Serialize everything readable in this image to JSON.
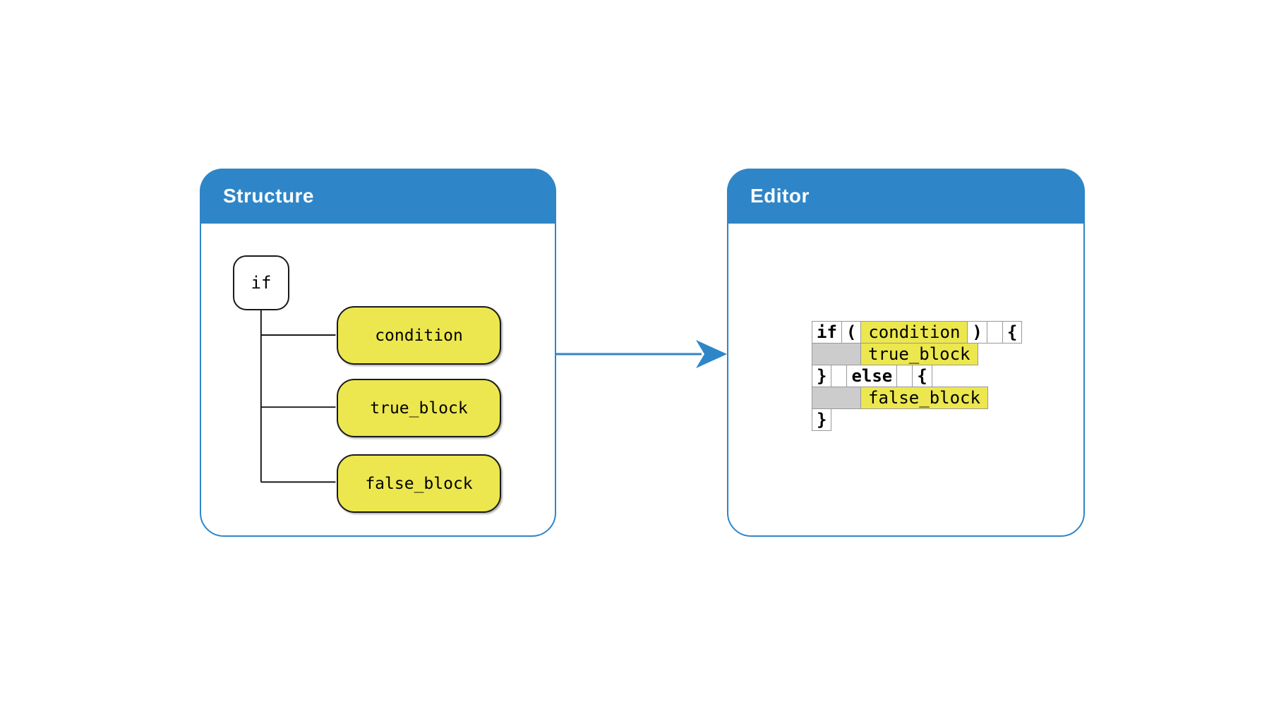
{
  "structure_panel": {
    "title": "Structure",
    "root_label": "if",
    "children": [
      "condition",
      "true_block",
      "false_block"
    ]
  },
  "editor_panel": {
    "title": "Editor",
    "code_rows": [
      {
        "cells": [
          {
            "type": "keyword",
            "text": "if"
          },
          {
            "type": "keyword",
            "text": "("
          },
          {
            "type": "slot",
            "text": "condition"
          },
          {
            "type": "keyword",
            "text": ")"
          },
          {
            "type": "spacer",
            "text": ""
          },
          {
            "type": "keyword",
            "text": "{"
          }
        ]
      },
      {
        "cells": [
          {
            "type": "indent",
            "text": ""
          },
          {
            "type": "slot",
            "text": "true_block"
          }
        ]
      },
      {
        "cells": [
          {
            "type": "keyword",
            "text": "}"
          },
          {
            "type": "spacer",
            "text": ""
          },
          {
            "type": "keyword",
            "text": "else"
          },
          {
            "type": "spacer",
            "text": ""
          },
          {
            "type": "keyword",
            "text": "{"
          }
        ]
      },
      {
        "cells": [
          {
            "type": "indent",
            "text": ""
          },
          {
            "type": "slot",
            "text": "false_block"
          }
        ]
      },
      {
        "cells": [
          {
            "type": "keyword",
            "text": "}"
          }
        ]
      }
    ]
  },
  "colors": {
    "panel_blue": "#2E86C8",
    "slot_yellow": "#ECE74E",
    "indent_gray": "#CCCCCC",
    "cell_border": "#999999",
    "node_border": "#1A1A1A"
  }
}
